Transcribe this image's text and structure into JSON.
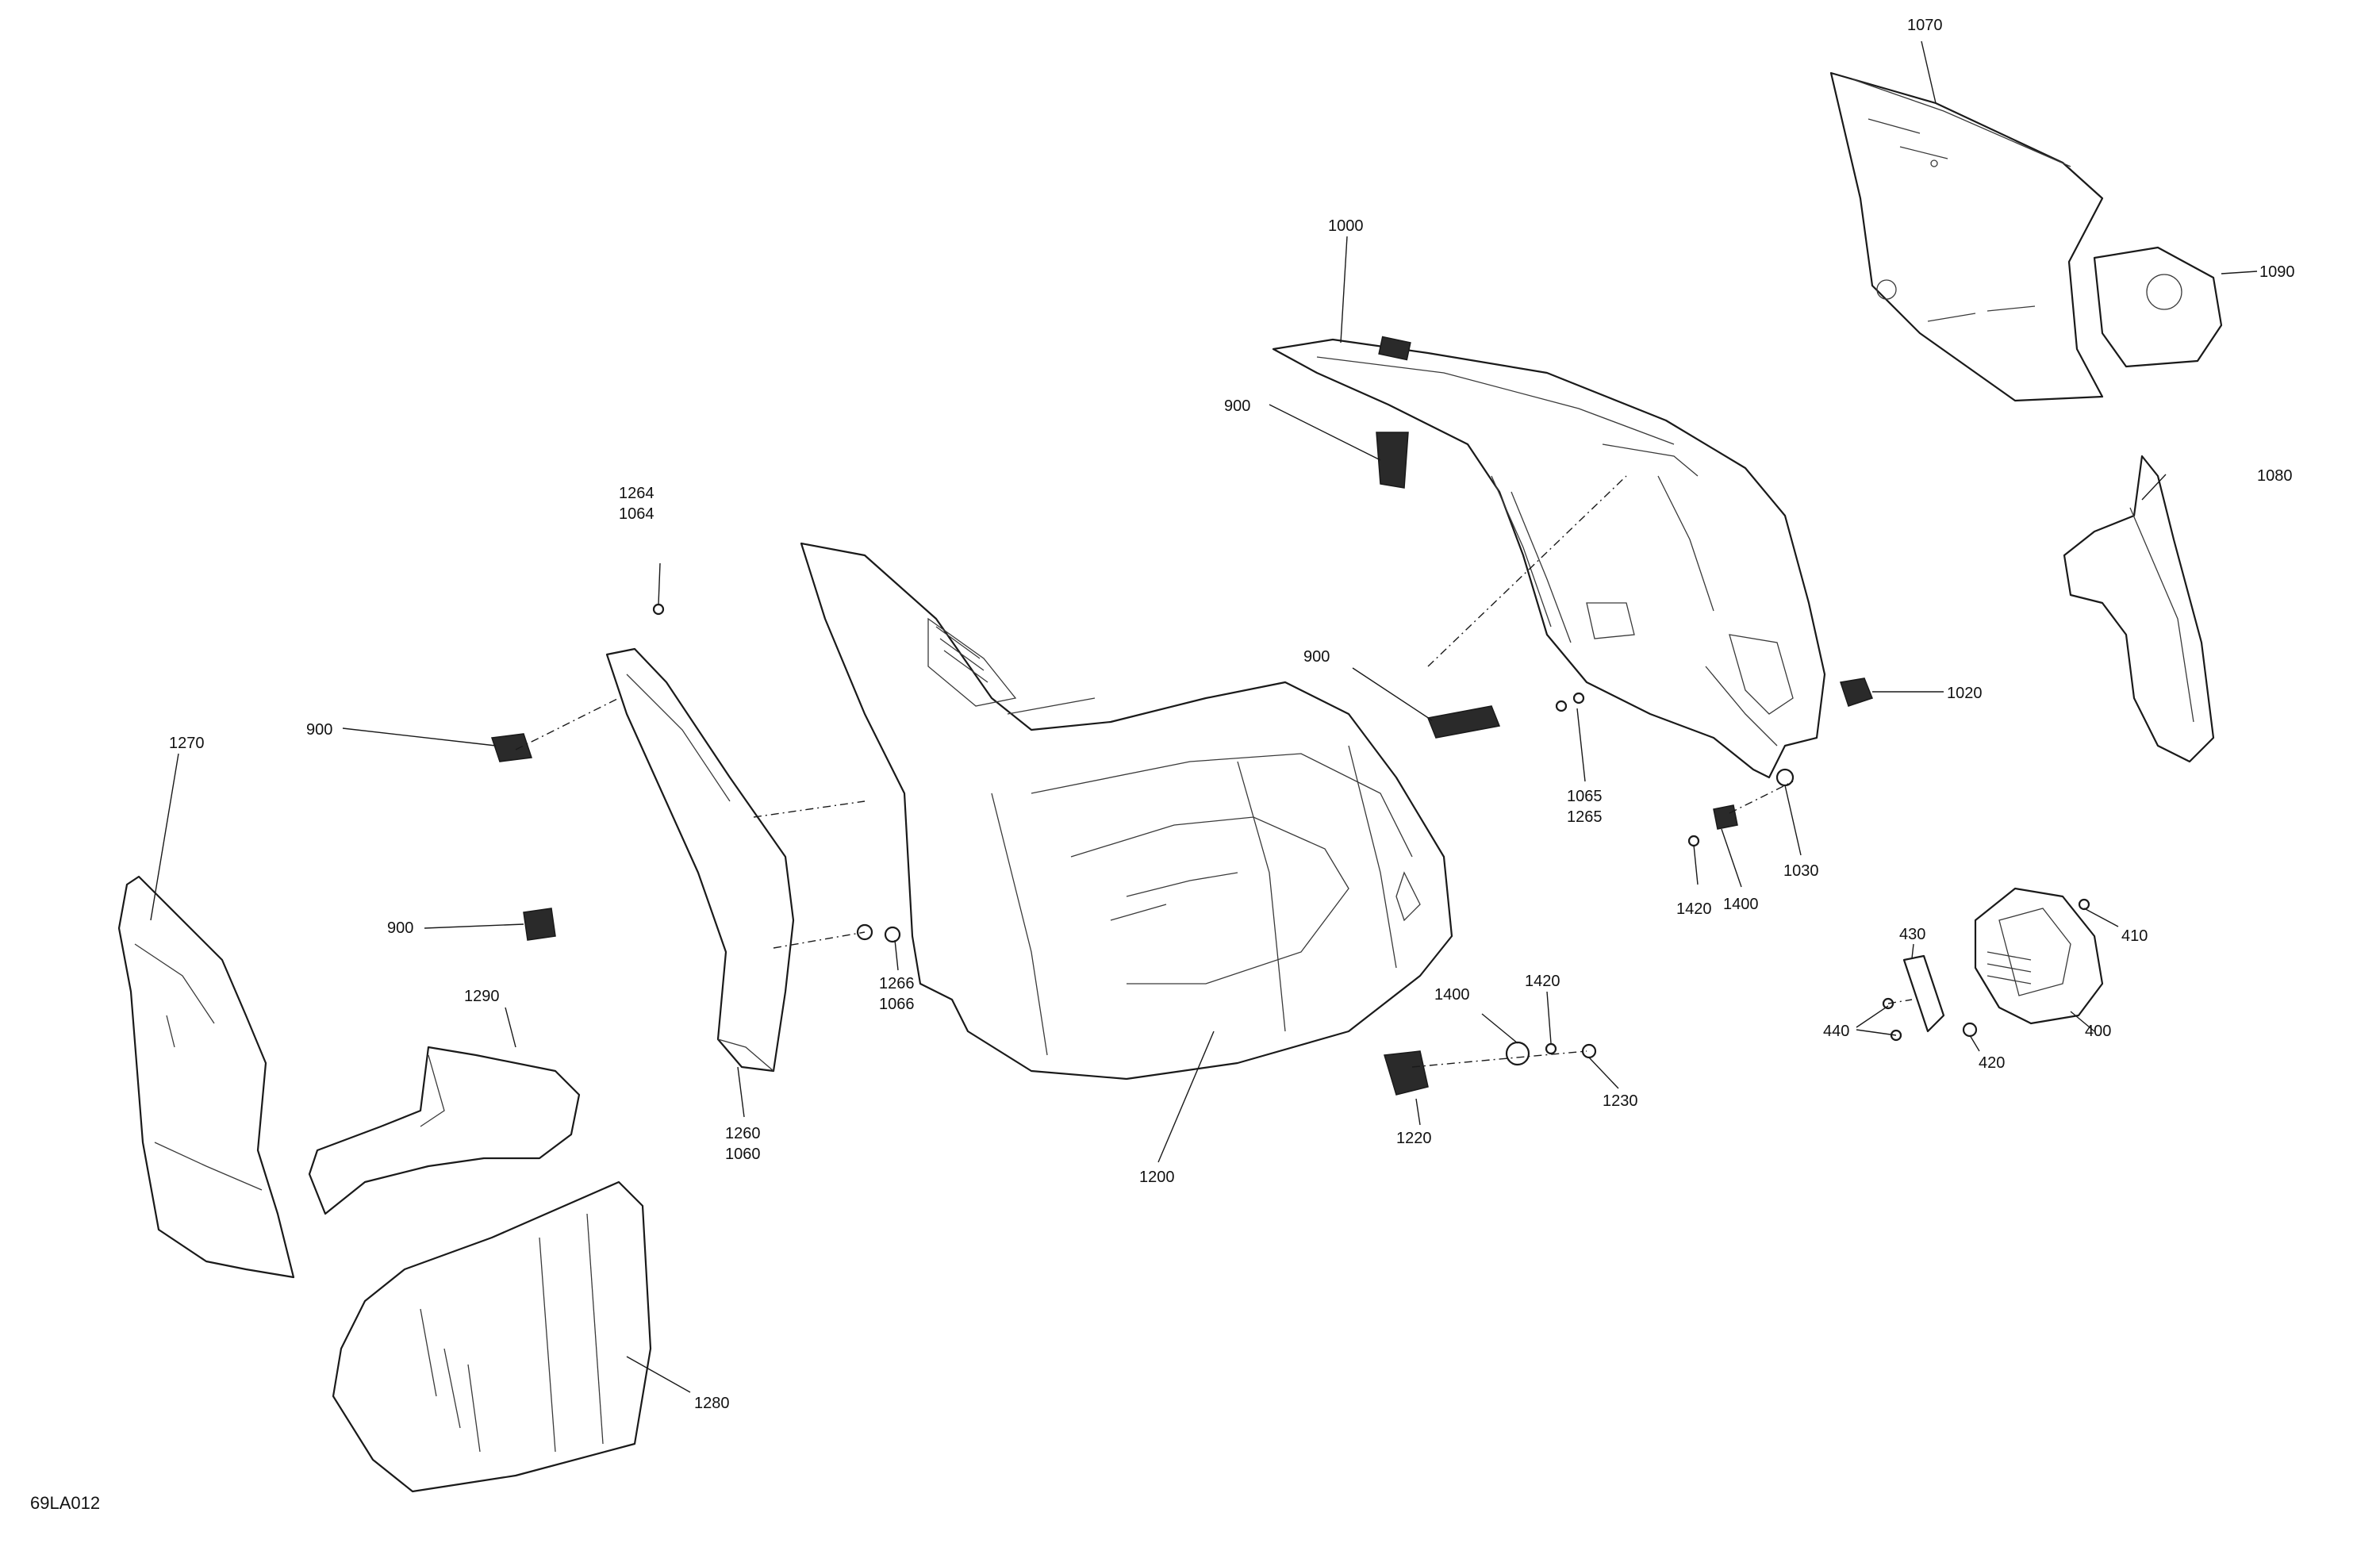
{
  "figure_id": "69LA012",
  "callouts": {
    "c1070": "1070",
    "c1090": "1090",
    "c1000": "1000",
    "c1080": "1080",
    "c1020": "1020",
    "c1030": "1030",
    "c1065": "1065",
    "c1265": "1265",
    "c1400a": "1400",
    "c1420a": "1420",
    "c900a": "900",
    "c900b": "900",
    "c900c": "900",
    "c900d": "900",
    "c1264": "1264",
    "c1064": "1064",
    "c1270": "1270",
    "c1290": "1290",
    "c1280": "1280",
    "c1260": "1260",
    "c1060": "1060",
    "c1266": "1266",
    "c1066": "1066",
    "c1200": "1200",
    "c1400b": "1400",
    "c1420b": "1420",
    "c1230": "1230",
    "c1220": "1220",
    "c430": "430",
    "c410": "410",
    "c440": "440",
    "c420": "420",
    "c400": "400"
  },
  "colors": {
    "line": "#1a1a1a",
    "background": "#ffffff"
  }
}
